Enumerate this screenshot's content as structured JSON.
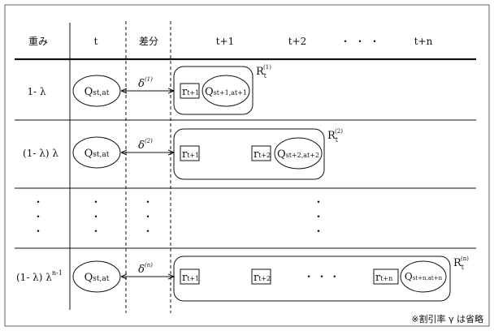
{
  "header": {
    "weight": "重み",
    "t": "t",
    "diff": "差分",
    "cols": [
      "t+1",
      "t+2",
      "・・・",
      "t+n"
    ]
  },
  "rows": [
    {
      "weight_base": "1- λ",
      "weight_exp": "",
      "q_left": "Q",
      "q_left_sub": "st,at",
      "delta": "δ",
      "delta_sup": "(1)",
      "r_items": [
        "r",
        "t+1"
      ],
      "q_target": "Q",
      "q_target_sub": "st+1,at+1",
      "R": "R",
      "R_sub": "t",
      "R_sup": "(1)"
    },
    {
      "weight_base": "(1- λ) λ",
      "weight_exp": "",
      "q_left": "Q",
      "q_left_sub": "st,at",
      "delta": "δ",
      "delta_sup": "(2)",
      "r1": "t+1",
      "r2": "t+2",
      "q_target": "Q",
      "q_target_sub": "st+2,at+2",
      "R": "R",
      "R_sub": "t",
      "R_sup": "(2)"
    },
    {
      "weight_base": "(1- λ) λ",
      "weight_exp": "n-1",
      "q_left": "Q",
      "q_left_sub": "st,at",
      "delta": "δ",
      "delta_sup": "(n)",
      "r1": "t+1",
      "r2": "t+2",
      "rn": "t+n",
      "ellipsis": "・  ・  ・",
      "q_target": "Q",
      "q_target_sub": "st+n,at+n",
      "R": "R",
      "R_sub": "t",
      "R_sup": "(n)"
    }
  ],
  "dot": "・",
  "r_letter": "r",
  "note": "※割引率 γ は省略"
}
